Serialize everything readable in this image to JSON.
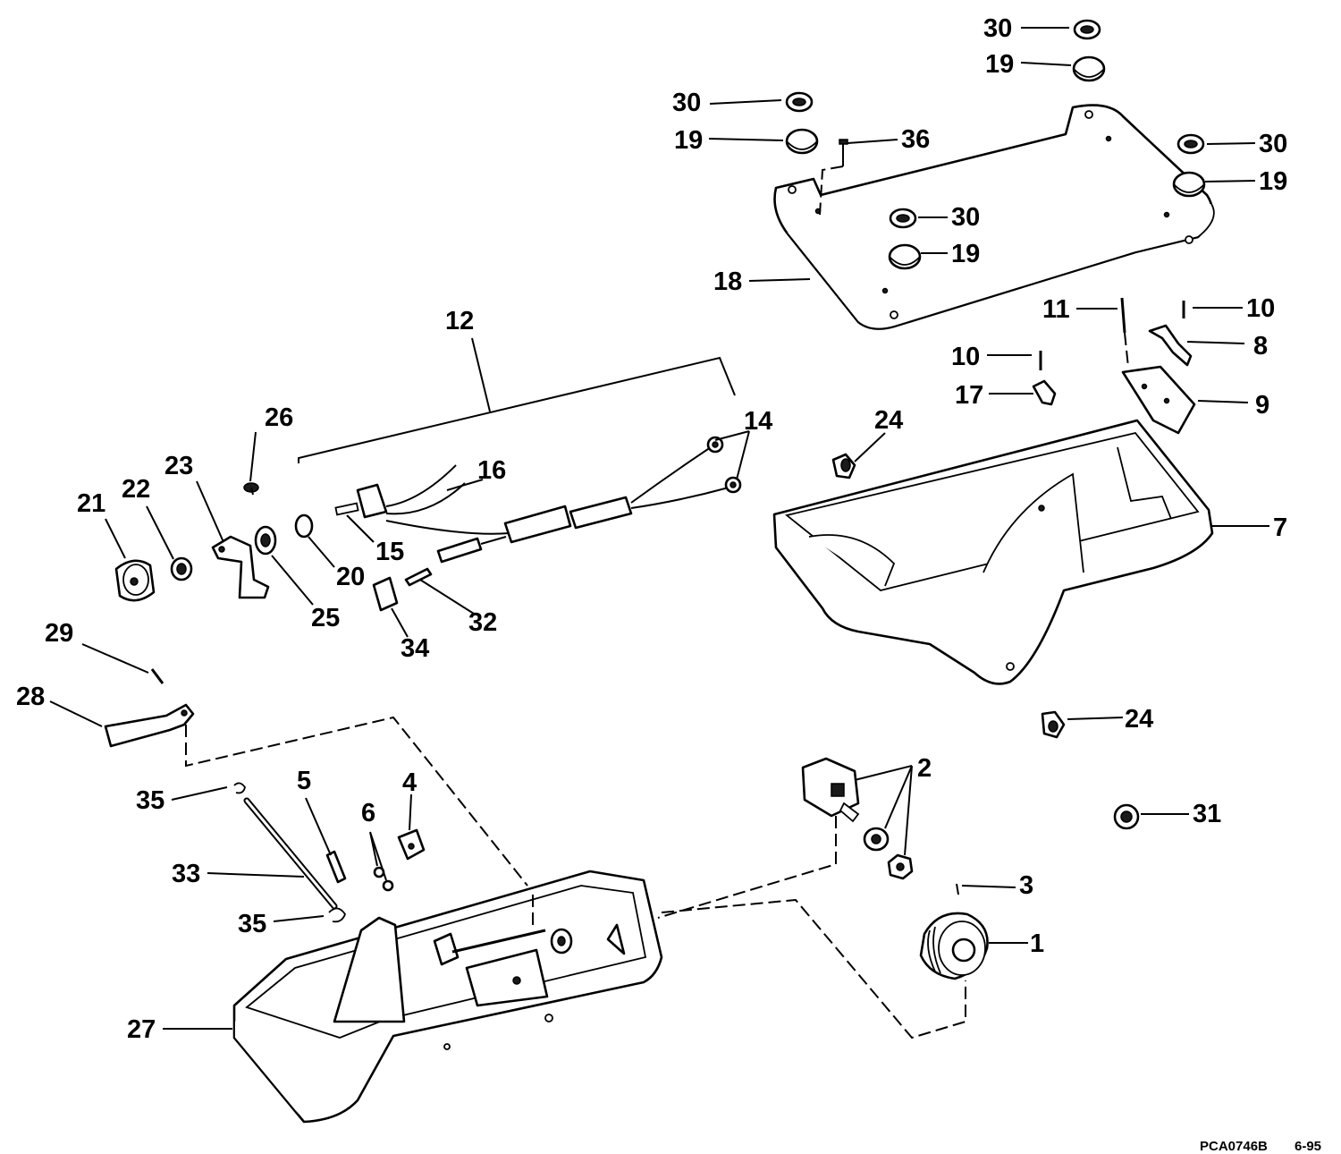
{
  "diagram": {
    "callouts": {
      "c30a": "30",
      "c19a": "19",
      "c30b": "30",
      "c19b": "19",
      "c36": "36",
      "c30c": "30",
      "c19c": "19",
      "c30d": "30",
      "c19d": "19",
      "c18": "18",
      "c11": "11",
      "c10a": "10",
      "c8": "8",
      "c10b": "10",
      "c17": "17",
      "c9": "9",
      "c12": "12",
      "c14": "14",
      "c26": "26",
      "c16": "16",
      "c23": "23",
      "c22": "22",
      "c21": "21",
      "c15": "15",
      "c20": "20",
      "c25": "25",
      "c32": "32",
      "c34": "34",
      "c24a": "24",
      "c7": "7",
      "c29": "29",
      "c28": "28",
      "c24b": "24",
      "c2": "2",
      "c35a": "35",
      "c5": "5",
      "c4": "4",
      "c6": "6",
      "c31": "31",
      "c33": "33",
      "c3": "3",
      "c35b": "35",
      "c1": "1",
      "c27": "27"
    },
    "footer": {
      "code": "PCA0746B",
      "date": "6-95"
    }
  }
}
